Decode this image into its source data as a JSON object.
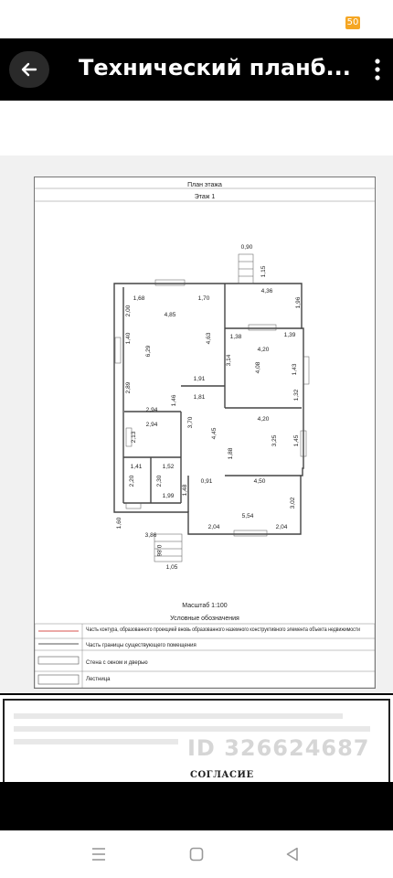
{
  "status_bar": {
    "battery": "50"
  },
  "header": {
    "title": "Технический планб..."
  },
  "plan": {
    "heading": "План этажа",
    "floor": "Этаж 1",
    "scale": "Масштаб 1:100",
    "legend_title": "Условные обозначения",
    "legend": [
      "Часть контура, образованного проекцией вновь образованного наземного конструктивного элемента объекта недвижимости",
      "Часть границы существующего помещения",
      "Стена с окном и дверью",
      "Лестница"
    ],
    "dims": [
      "0,90",
      "1,15",
      "4,36",
      "1,96",
      "1,68",
      "1,70",
      "2,00",
      "4,85",
      "1,40",
      "6,29",
      "4,63",
      "1,38",
      "1,39",
      "4,20",
      "3,14",
      "4,08",
      "1,43",
      "1,91",
      "1,81",
      "2,89",
      "1,46",
      "2,94",
      "1,32",
      "4,20",
      "2,94",
      "3,70",
      "4,45",
      "2,13",
      "1,88",
      "3,25",
      "1,45",
      "1,41",
      "1,52",
      "0,91",
      "4,50",
      "2,20",
      "2,30",
      "1,48",
      "1,99",
      "3,02",
      "5,54",
      "2,04",
      "2,04",
      "1,60",
      "3,86",
      "0,86",
      "1,05"
    ]
  },
  "page2": {
    "watermark": "ID 326624687",
    "agreement": "СОГЛАСИЕ"
  },
  "colors": {
    "legend_red": "#d9534f",
    "accent_badge": "#f5a623"
  }
}
